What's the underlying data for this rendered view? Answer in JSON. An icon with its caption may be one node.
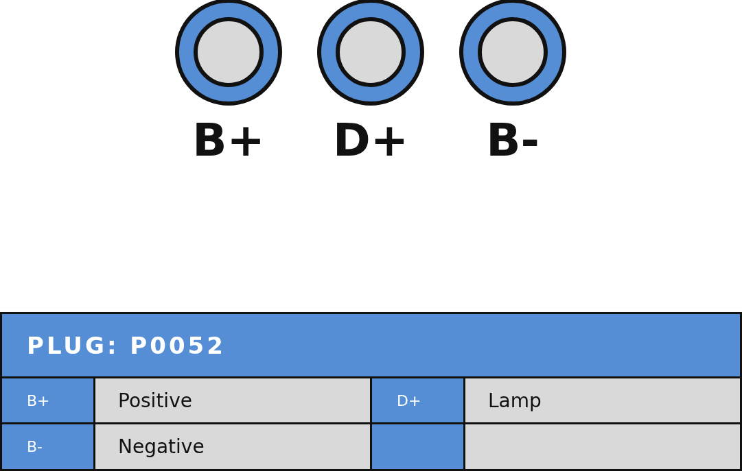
{
  "diagram": {
    "nodes": [
      {
        "text": [],
        "shape": "circle",
        "beside": [
          "B+"
        ]
      },
      {
        "text": [],
        "shape": "circle",
        "beside": [
          "D+"
        ]
      },
      {
        "text": [],
        "shape": "circle",
        "beside": [
          "B-"
        ]
      }
    ],
    "labels": [
      "PLUG: P0052",
      "B+",
      "Positive",
      "D+",
      "Lamp",
      "B-",
      "Negative"
    ]
  }
}
